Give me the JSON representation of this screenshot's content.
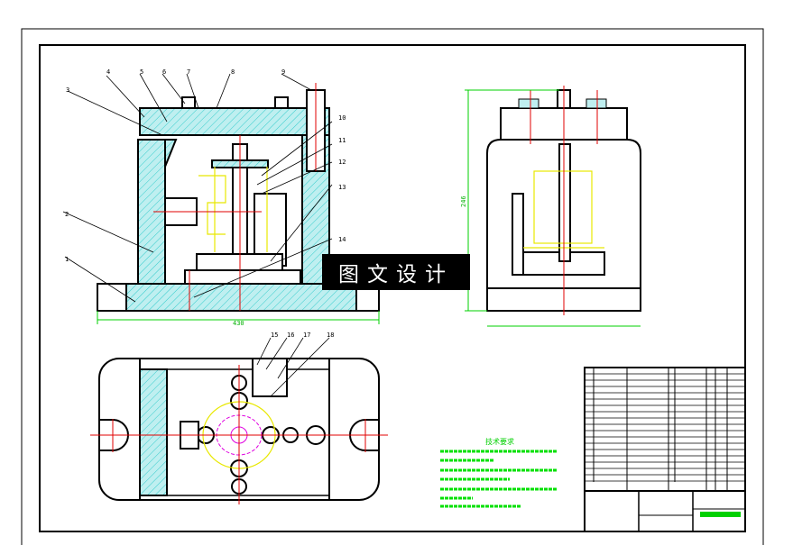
{
  "drawing": {
    "watermark": "图文设计",
    "front_view_balloons": [
      "1",
      "2",
      "3",
      "4",
      "5",
      "6",
      "7",
      "8",
      "9",
      "10",
      "11",
      "12",
      "13",
      "14"
    ],
    "top_view_balloons": [
      "15",
      "16",
      "17",
      "18"
    ],
    "dimensions": {
      "width": "430",
      "height": "246"
    },
    "tech_requirements_title": "技术要求",
    "colors": {
      "outline": "#000000",
      "hatch": "#00c8c8",
      "centerline": "#e00000",
      "dimension": "#00d000",
      "hidden_part": "#e8e800",
      "magenta": "#e000e0"
    }
  }
}
